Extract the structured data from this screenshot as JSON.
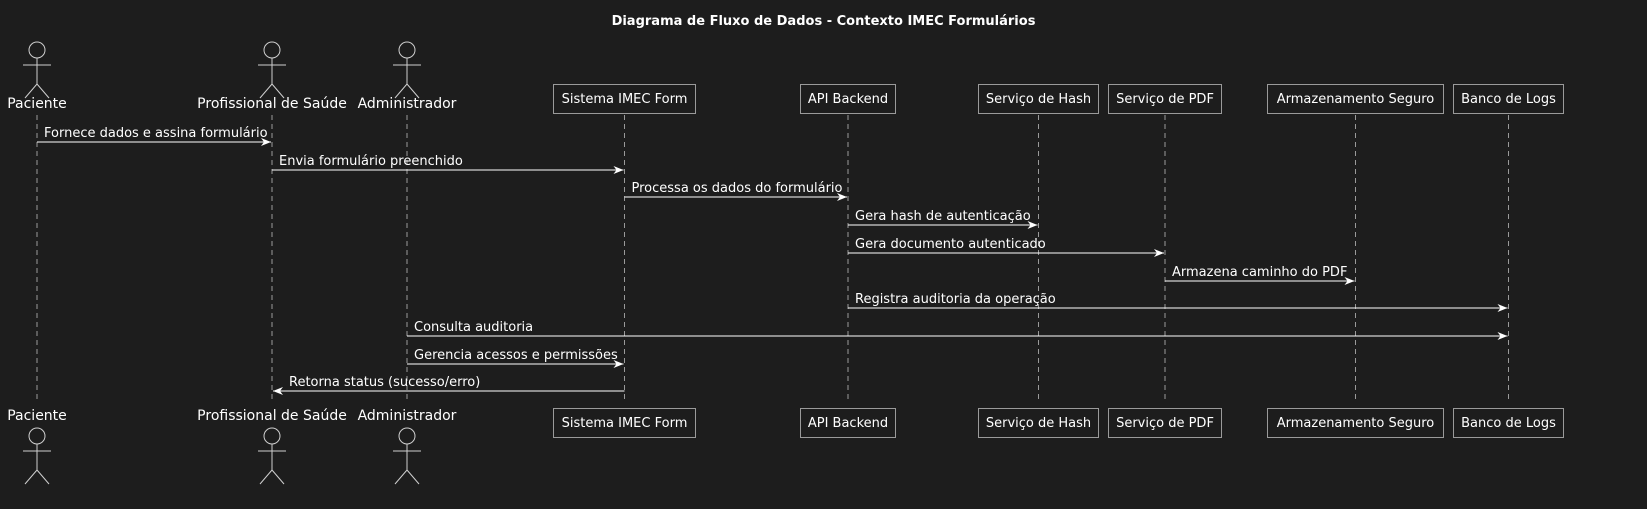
{
  "title": "Diagrama de Fluxo de Dados - Contexto IMEC Formulários",
  "actors": [
    {
      "id": "paciente",
      "label": "Paciente"
    },
    {
      "id": "profissional",
      "label": "Profissional de Saúde"
    },
    {
      "id": "administrador",
      "label": "Administrador"
    }
  ],
  "participants": [
    {
      "id": "sistema",
      "label": "Sistema IMEC Form"
    },
    {
      "id": "api",
      "label": "API Backend"
    },
    {
      "id": "hash",
      "label": "Serviço de Hash"
    },
    {
      "id": "pdf",
      "label": "Serviço de PDF"
    },
    {
      "id": "armazenamento",
      "label": "Armazenamento Seguro"
    },
    {
      "id": "logs",
      "label": "Banco de Logs"
    }
  ],
  "messages": [
    {
      "from": "paciente",
      "to": "profissional",
      "label": "Fornece dados e assina formulário"
    },
    {
      "from": "profissional",
      "to": "sistema",
      "label": "Envia formulário preenchido"
    },
    {
      "from": "sistema",
      "to": "api",
      "label": "Processa os dados do formulário"
    },
    {
      "from": "api",
      "to": "hash",
      "label": "Gera hash de autenticação"
    },
    {
      "from": "api",
      "to": "pdf",
      "label": "Gera documento autenticado"
    },
    {
      "from": "pdf",
      "to": "armazenamento",
      "label": "Armazena caminho do PDF"
    },
    {
      "from": "api",
      "to": "logs",
      "label": "Registra auditoria da operação"
    },
    {
      "from": "administrador",
      "to": "logs",
      "label": "Consulta auditoria"
    },
    {
      "from": "administrador",
      "to": "sistema",
      "label": "Gerencia acessos e permissões"
    },
    {
      "from": "sistema",
      "to": "profissional",
      "label": "Retorna status (sucesso/erro)"
    }
  ]
}
